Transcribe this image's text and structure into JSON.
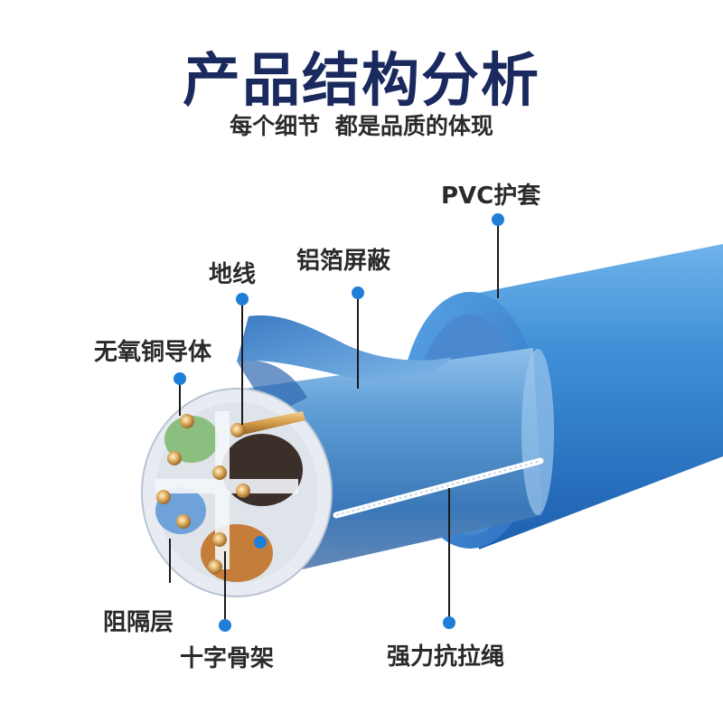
{
  "title": "产品结构分析",
  "subtitle": {
    "part1": "每个细节",
    "part2": "都是品质的体现"
  },
  "labels": {
    "pvc_jacket": "PVC护套",
    "foil_shield": "铝箔屏蔽",
    "ground_wire": "地线",
    "conductor": "无氧铜导体",
    "separator_layer": "阻隔层",
    "cross_skeleton": "十字骨架",
    "rip_cord": "强力抗拉绳"
  },
  "colors": {
    "title": "#1a2a5e",
    "cable_blue": "#3f8fd6",
    "pointer_dot": "#1f7fd8"
  }
}
